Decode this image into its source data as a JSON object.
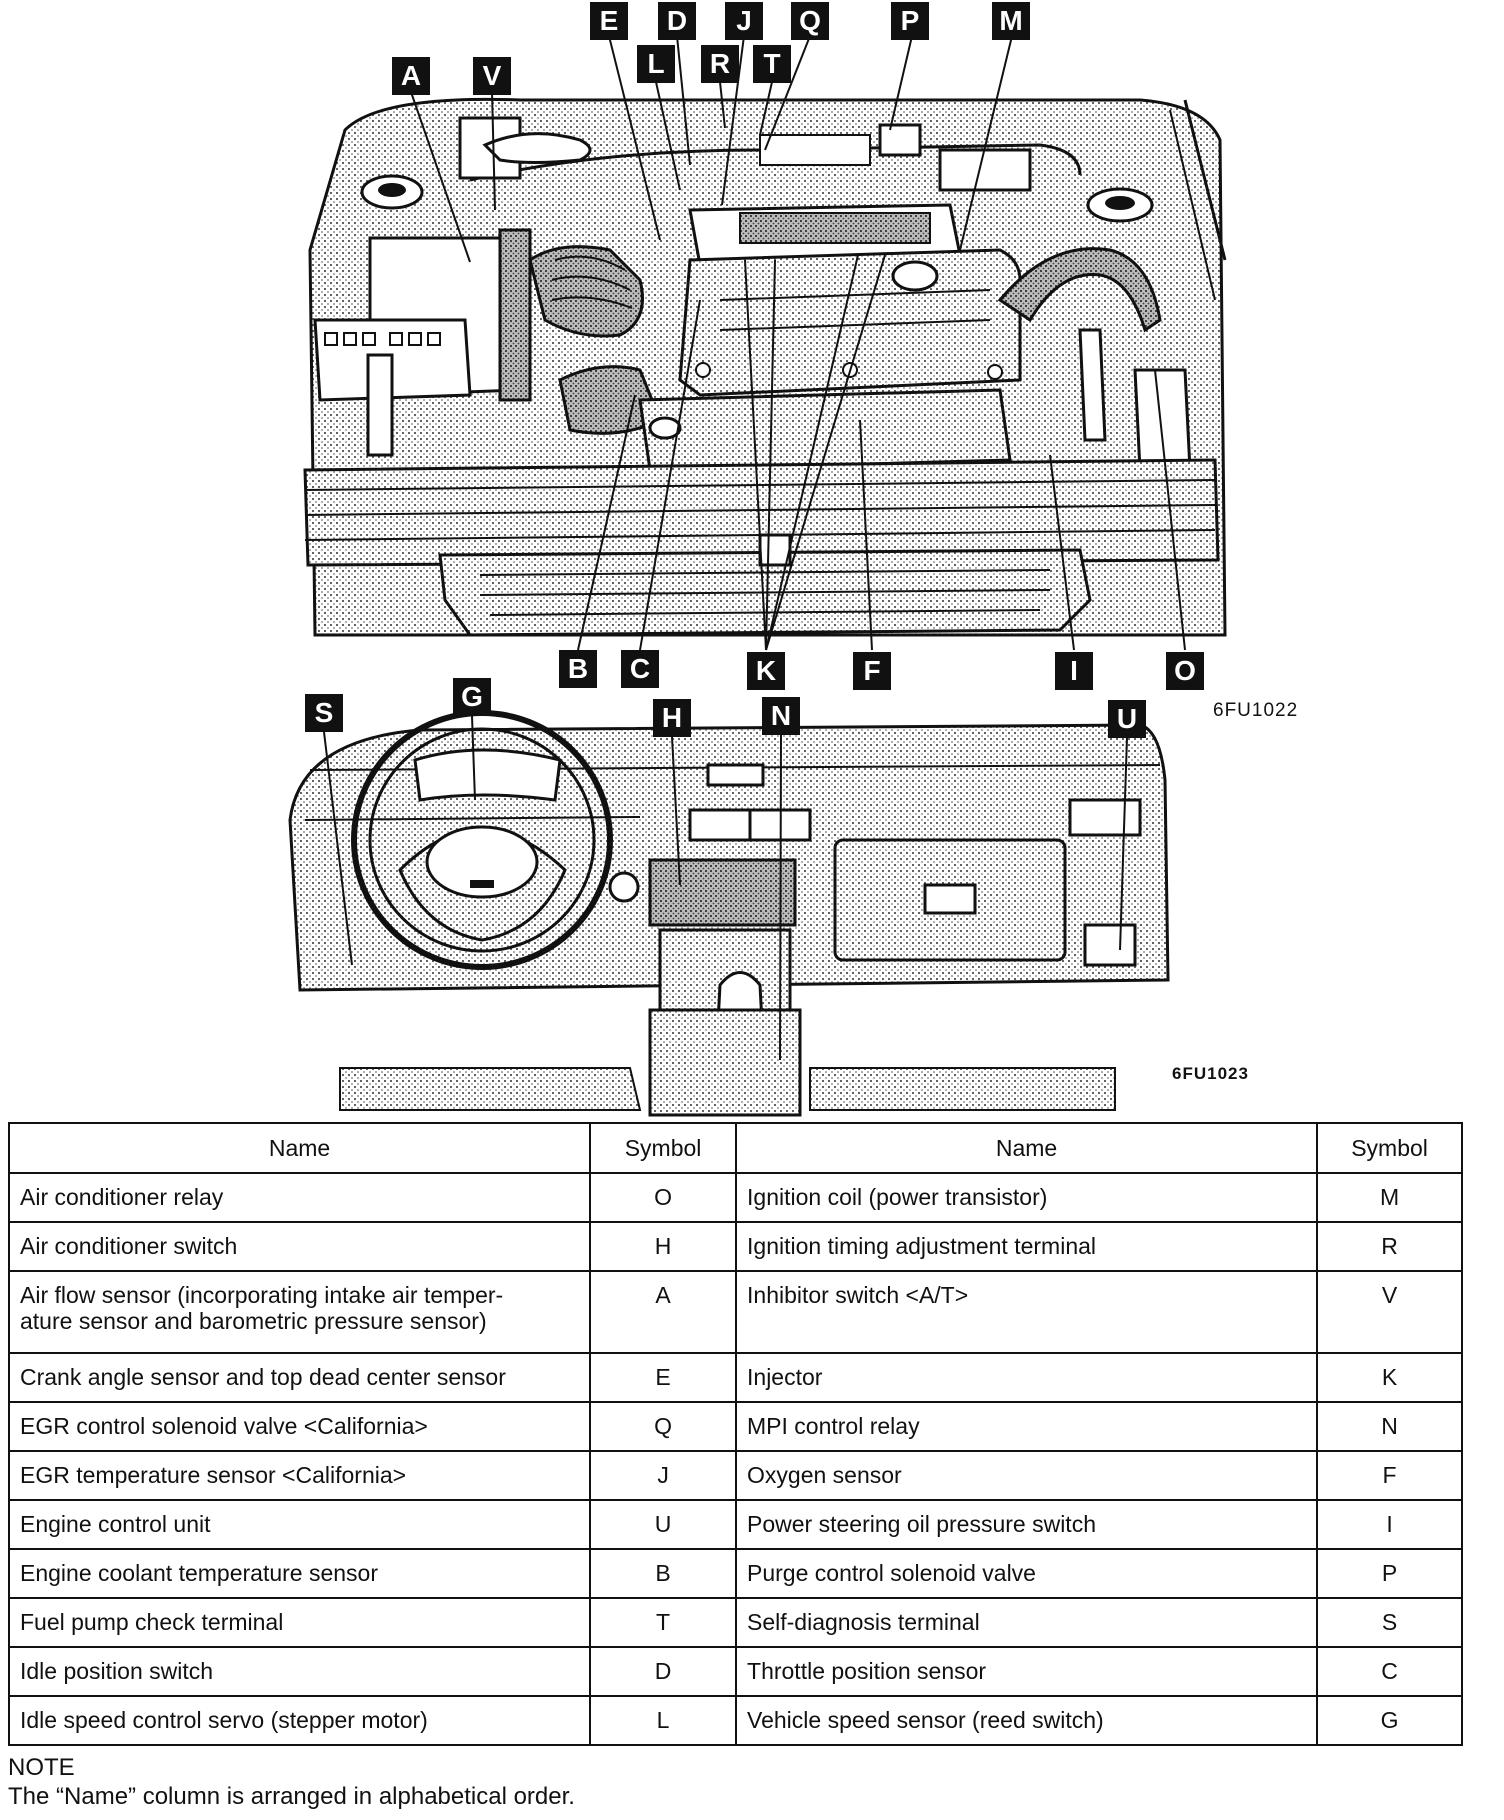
{
  "figures": {
    "engine_code": "6FU1022",
    "dash_code": "6FU1023",
    "engine_labels": [
      "E",
      "D",
      "J",
      "Q",
      "P",
      "M",
      "L",
      "R",
      "T",
      "A",
      "V",
      "B",
      "C",
      "K",
      "F",
      "I",
      "O"
    ],
    "dash_labels": [
      "S",
      "G",
      "H",
      "N",
      "U"
    ]
  },
  "table": {
    "headers": {
      "name_left": "Name",
      "symbol_left": "Symbol",
      "name_right": "Name",
      "symbol_right": "Symbol"
    },
    "rows": [
      {
        "l_name": "Air conditioner relay",
        "l_sym": "O",
        "r_name": "Ignition coil (power transistor)",
        "r_sym": "M"
      },
      {
        "l_name": "Air conditioner switch",
        "l_sym": "H",
        "r_name": "Ignition timing adjustment terminal",
        "r_sym": "R"
      },
      {
        "l_name_1": "Air flow sensor (incorporating intake air temper-",
        "l_name_2": "ature sensor and barometric pressure sensor)",
        "l_sym": "A",
        "r_name": "Inhibitor switch <A/T>",
        "r_sym": "V"
      },
      {
        "l_name": "Crank angle sensor and top dead center sensor",
        "l_sym": "E",
        "r_name": "Injector",
        "r_sym": "K"
      },
      {
        "l_name": "EGR control solenoid valve <California>",
        "l_sym": "Q",
        "r_name": "MPI control relay",
        "r_sym": "N"
      },
      {
        "l_name": "EGR temperature sensor <California>",
        "l_sym": "J",
        "r_name": "Oxygen sensor",
        "r_sym": "F"
      },
      {
        "l_name": "Engine control unit",
        "l_sym": "U",
        "r_name": "Power steering oil pressure switch",
        "r_sym": "I"
      },
      {
        "l_name": "Engine coolant temperature sensor",
        "l_sym": "B",
        "r_name": "Purge control solenoid valve",
        "r_sym": "P"
      },
      {
        "l_name": "Fuel pump check terminal",
        "l_sym": "T",
        "r_name": "Self-diagnosis terminal",
        "r_sym": "S"
      },
      {
        "l_name": "Idle position switch",
        "l_sym": "D",
        "r_name": "Throttle position sensor",
        "r_sym": "C"
      },
      {
        "l_name": "Idle speed control servo (stepper motor)",
        "l_sym": "L",
        "r_name": "Vehicle speed sensor (reed switch)",
        "r_sym": "G"
      }
    ]
  },
  "note": {
    "title": "NOTE",
    "text": "The “Name” column is arranged in alphabetical order."
  }
}
